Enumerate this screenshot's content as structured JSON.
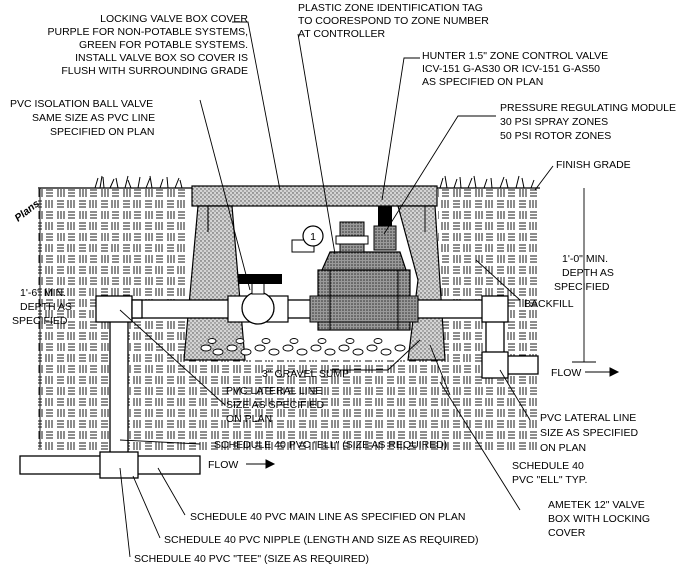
{
  "watermark": "Plans",
  "callouts": {
    "valve_box_cover": [
      "LOCKING VALVE BOX COVER",
      "PURPLE FOR NON-POTABLE SYSTEMS,",
      "GREEN FOR POTABLE SYSTEMS.",
      "INSTALL VALVE BOX SO COVER IS",
      "FLUSH WITH SURROUNDING GRADE"
    ],
    "zone_tag": [
      "PLASTIC ZONE IDENTIFICATION TAG",
      "TO COORESPOND TO ZONE NUMBER",
      "AT CONTROLLER"
    ],
    "control_valve": [
      "HUNTER 1.5\" ZONE CONTROL VALVE",
      "ICV-151 G-AS30 OR ICV-151 G-AS50",
      "AS SPECIFIED ON PLAN"
    ],
    "pressure_module": [
      "PRESSURE REGULATING MODULE",
      "30 PSI SPRAY ZONES",
      "50 PSI ROTOR ZONES"
    ],
    "ball_valve": [
      "PVC ISOLATION BALL VALVE",
      "SAME SIZE AS PVC LINE",
      "SPECIFIED ON PLAN"
    ],
    "finish_grade": "FINISH GRADE",
    "depth_left": [
      "1'-6\" MIN.",
      "DEPTH AS",
      "SPECIFIED"
    ],
    "depth_right": [
      "1'-0\" MIN.",
      "DEPTH AS",
      "SPECIFIED"
    ],
    "backfill": "BACKFILL",
    "gravel": "3\" GRAVEL SUMP",
    "lateral_left": [
      "PVC LATERAL LINE",
      "SIZE AS SPECIFIED",
      "ON PLAN"
    ],
    "lateral_right": [
      "PVC LATERAL LINE",
      "SIZE AS SPECIFIED",
      "ON PLAN"
    ],
    "flow_right": "FLOW",
    "flow_bottom": "FLOW",
    "ell_required": "SCHEDULE 40 PVC \"ELL\" (SIZE AS REQUIRED)",
    "ell_typ": [
      "SCHEDULE 40",
      "PVC \"ELL\" TYP."
    ],
    "valve_box": [
      "AMETEK 12\" VALVE",
      "BOX WITH LOCKING",
      "COVER"
    ],
    "main_line": "SCHEDULE 40 PVC MAIN LINE AS SPECIFIED ON PLAN",
    "nipple": "SCHEDULE 40 PVC NIPPLE (LENGTH AND SIZE AS REQUIRED)",
    "tee": "SCHEDULE 40 PVC \"TEE\" (SIZE AS REQUIRED)",
    "zone_number": "1"
  },
  "colors": {
    "ink": "#000000",
    "paper": "#ffffff",
    "concrete": "#bdbdbd",
    "valve_body": "#a8a8a8"
  }
}
